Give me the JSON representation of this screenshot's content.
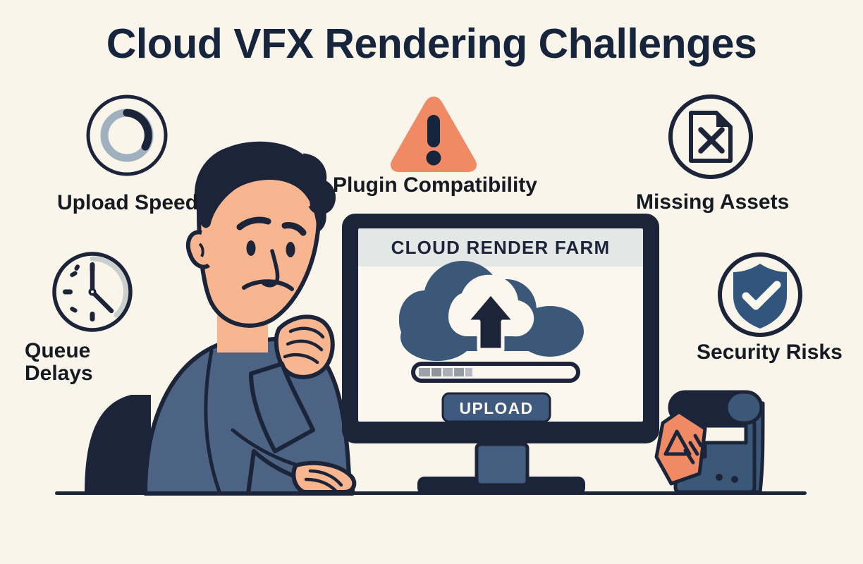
{
  "page": {
    "title": "Cloud VFX Rendering Challenges",
    "background_color": "#FAF5EB",
    "ink_color": "#16243C",
    "accent_color": "#F08A65",
    "slate_color": "#3C5878",
    "skin_color": "#F7B68F"
  },
  "features": [
    {
      "id": "upload-speed",
      "label": "Upload Speed",
      "icon": "progress-ring-icon",
      "position": "top-left"
    },
    {
      "id": "queue-delays",
      "label": "Queue Delays",
      "label_line1": "Queue",
      "label_line2": "Delays",
      "icon": "clock-icon",
      "position": "mid-left"
    },
    {
      "id": "plugin-compatibility",
      "label": "Plugin Compatibility",
      "icon": "warning-triangle-icon",
      "position": "top-center"
    },
    {
      "id": "missing-assets",
      "label": "Missing Assets",
      "icon": "file-x-icon",
      "position": "top-right"
    },
    {
      "id": "security-risks",
      "label": "Security Risks",
      "icon": "shield-check-icon",
      "position": "mid-right"
    }
  ],
  "monitor": {
    "screen_header": "CLOUD RENDER FARM",
    "upload_icon": "cloud-upload-icon",
    "progress": {
      "label": "upload-progress-bar",
      "percent": 28
    },
    "button_label": "UPLOAD"
  },
  "scene": {
    "character": "frustrated-person",
    "desk": "desk-surface-line",
    "printer": {
      "name": "printer-device",
      "tag_symbol": "warning-triangle-glyph"
    }
  }
}
